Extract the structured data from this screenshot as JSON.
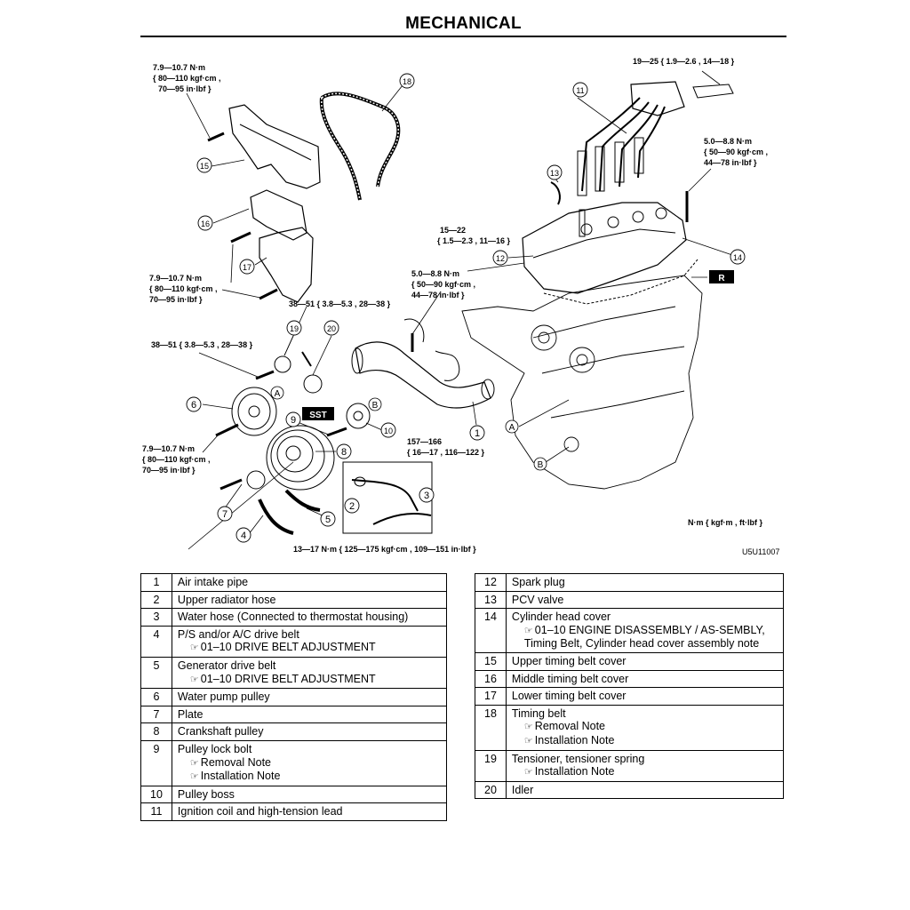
{
  "header": {
    "title": "MECHANICAL"
  },
  "figure": {
    "code": "U5U11007",
    "units_note": "N·m { kgf·m , ft·lbf }",
    "torques": {
      "upper_cover_1": "7.9—10.7 N·m",
      "upper_cover_2": "{ 80—110 kgf·cm ,",
      "upper_cover_3": "70—95 in·lbf }",
      "lower_cover_1": "7.9—10.7 N·m",
      "lower_cover_2": "{ 80—110 kgf·cm ,",
      "lower_cover_3": "70—95 in·lbf }",
      "tensioner": "38—51 { 3.8—5.3 , 28—38 }",
      "idler": "38—51 { 3.8—5.3 , 28—38 }",
      "pump_pulley_1": "7.9—10.7 N·m",
      "pump_pulley_2": "{ 80—110 kgf·cm ,",
      "pump_pulley_3": "70—95 in·lbf }",
      "crank_pulley": "13—17 N·m { 125—175 kgf·cm , 109—151 in·lbf }",
      "pulley_bolt_1": "157—166",
      "pulley_bolt_2": "{ 16—17 , 116—122 }",
      "coil_bracket": "19—25 { 1.9—2.6 , 14—18 }",
      "head_cover_1": "5.0—8.8 N·m",
      "head_cover_2": "{ 50—90 kgf·cm ,",
      "head_cover_3": "44—78 in·lbf }",
      "intake_1": "5.0—8.8 N·m",
      "intake_2": "{ 50—90 kgf·cm ,",
      "intake_3": "44—78 in·lbf }",
      "spark_plug_1": "15—22",
      "spark_plug_2": "{ 1.5—2.3 , 11—16 }"
    },
    "tags": {
      "sst": "SST",
      "r": "R",
      "a": "A",
      "b": "B"
    }
  },
  "parts_left": [
    {
      "num": "1",
      "name": "Air intake pipe",
      "refs": []
    },
    {
      "num": "2",
      "name": "Upper radiator hose",
      "refs": []
    },
    {
      "num": "3",
      "name": "Water hose (Connected to thermostat housing)",
      "refs": []
    },
    {
      "num": "4",
      "name": "P/S and/or A/C drive belt",
      "refs": [
        "01–10 DRIVE BELT ADJUSTMENT"
      ]
    },
    {
      "num": "5",
      "name": "Generator drive belt",
      "refs": [
        "01–10 DRIVE BELT ADJUSTMENT"
      ]
    },
    {
      "num": "6",
      "name": "Water pump pulley",
      "refs": []
    },
    {
      "num": "7",
      "name": "Plate",
      "refs": []
    },
    {
      "num": "8",
      "name": "Crankshaft pulley",
      "refs": []
    },
    {
      "num": "9",
      "name": "Pulley lock bolt",
      "refs": [
        "Removal Note",
        "Installation Note"
      ]
    },
    {
      "num": "10",
      "name": "Pulley boss",
      "refs": []
    },
    {
      "num": "11",
      "name": "Ignition coil and high-tension lead",
      "refs": []
    }
  ],
  "parts_right": [
    {
      "num": "12",
      "name": "Spark plug",
      "refs": []
    },
    {
      "num": "13",
      "name": "PCV valve",
      "refs": []
    },
    {
      "num": "14",
      "name": "Cylinder head cover",
      "refs": [
        "01–10 ENGINE DISASSEMBLY / AS-SEMBLY, Timing Belt, Cylinder head cover assembly note"
      ]
    },
    {
      "num": "15",
      "name": "Upper timing belt cover",
      "refs": []
    },
    {
      "num": "16",
      "name": "Middle timing belt cover",
      "refs": []
    },
    {
      "num": "17",
      "name": "Lower timing belt cover",
      "refs": []
    },
    {
      "num": "18",
      "name": "Timing belt",
      "refs": [
        "Removal Note",
        "Installation Note"
      ]
    },
    {
      "num": "19",
      "name": "Tensioner, tensioner spring",
      "refs": [
        "Installation Note"
      ]
    },
    {
      "num": "20",
      "name": "Idler",
      "refs": []
    }
  ],
  "callouts": [
    "1",
    "2",
    "3",
    "4",
    "5",
    "6",
    "7",
    "8",
    "9",
    "10",
    "11",
    "12",
    "13",
    "14",
    "15",
    "16",
    "17",
    "18",
    "19",
    "20"
  ],
  "icons": {
    "reference": "pointing-hand-icon"
  }
}
